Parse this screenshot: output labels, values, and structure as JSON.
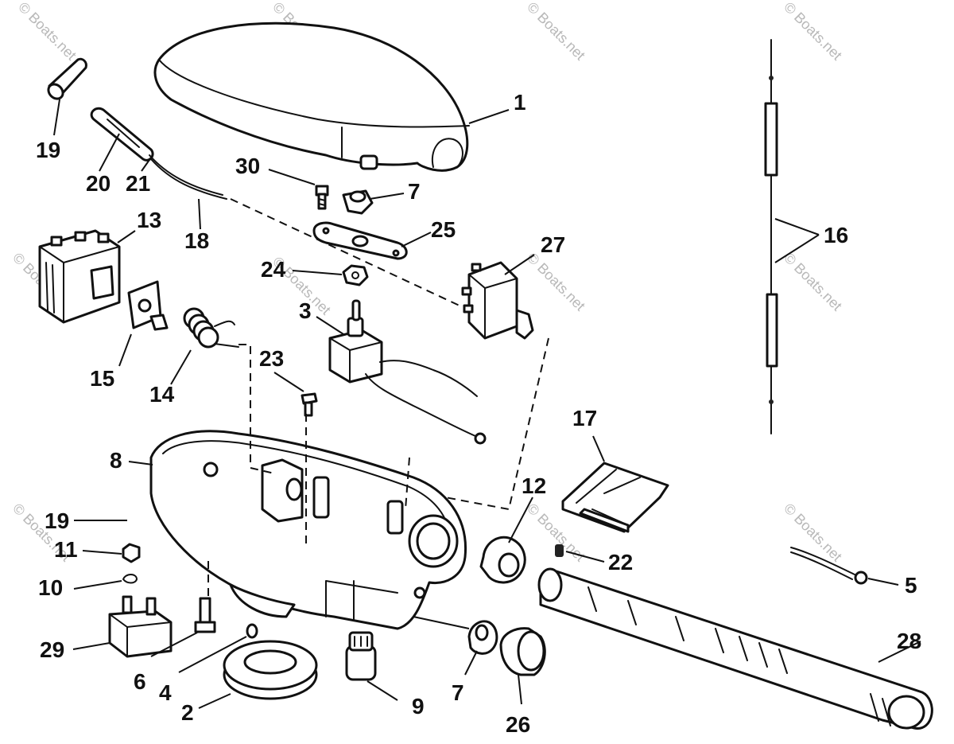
{
  "diagram": {
    "watermark": "© Boats.net",
    "callouts": [
      {
        "key": "c1",
        "label": "1"
      },
      {
        "key": "c19a",
        "label": "19"
      },
      {
        "key": "c20",
        "label": "20"
      },
      {
        "key": "c21",
        "label": "21"
      },
      {
        "key": "c30",
        "label": "30"
      },
      {
        "key": "c7a",
        "label": "7"
      },
      {
        "key": "c18",
        "label": "18"
      },
      {
        "key": "c13",
        "label": "13"
      },
      {
        "key": "c25",
        "label": "25"
      },
      {
        "key": "c27",
        "label": "27"
      },
      {
        "key": "c16",
        "label": "16"
      },
      {
        "key": "c24",
        "label": "24"
      },
      {
        "key": "c3",
        "label": "3"
      },
      {
        "key": "c15",
        "label": "15"
      },
      {
        "key": "c14",
        "label": "14"
      },
      {
        "key": "c23",
        "label": "23"
      },
      {
        "key": "c17",
        "label": "17"
      },
      {
        "key": "c8",
        "label": "8"
      },
      {
        "key": "c12",
        "label": "12"
      },
      {
        "key": "c19b",
        "label": "19"
      },
      {
        "key": "c11",
        "label": "11"
      },
      {
        "key": "c22",
        "label": "22"
      },
      {
        "key": "c5",
        "label": "5"
      },
      {
        "key": "c10",
        "label": "10"
      },
      {
        "key": "c28",
        "label": "28"
      },
      {
        "key": "c29",
        "label": "29"
      },
      {
        "key": "c6",
        "label": "6"
      },
      {
        "key": "c4",
        "label": "4"
      },
      {
        "key": "c7b",
        "label": "7"
      },
      {
        "key": "c2",
        "label": "2"
      },
      {
        "key": "c9",
        "label": "9"
      },
      {
        "key": "c26",
        "label": "26"
      }
    ]
  }
}
